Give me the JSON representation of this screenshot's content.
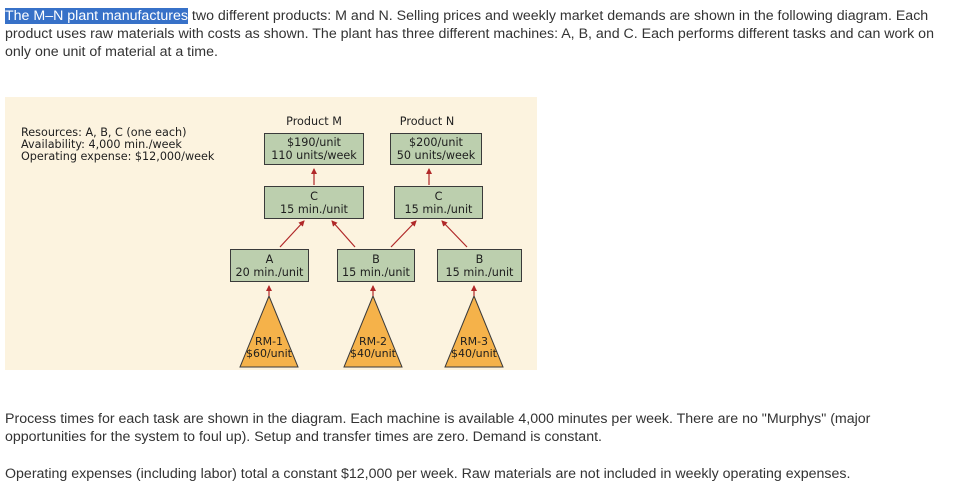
{
  "intro": {
    "highlighted": "The M–N plant manufactures",
    "rest": " two different products: M and N. Selling prices and weekly market demands are shown in the following diagram. Each product uses raw materials with costs as shown. The plant has three different machines: A, B, and C. Each performs different tasks and can work on only one unit of material at a time."
  },
  "diagram": {
    "resources": {
      "line1": "Resources: A, B, C (one each)",
      "line2": "Availability: 4,000 min./week",
      "line3": "Operating expense: $12,000/week"
    },
    "products": [
      {
        "title": "Product M",
        "price": "$190/unit",
        "demand": "110 units/week"
      },
      {
        "title": "Product N",
        "price": "$200/unit",
        "demand": "50 units/week"
      }
    ],
    "machines": {
      "c_m": {
        "name": "C",
        "time": "15 min./unit"
      },
      "c_n": {
        "name": "C",
        "time": "15 min./unit"
      },
      "a": {
        "name": "A",
        "time": "20 min./unit"
      },
      "b1": {
        "name": "B",
        "time": "15 min./unit"
      },
      "b2": {
        "name": "B",
        "time": "15 min./unit"
      }
    },
    "raw_materials": [
      {
        "name": "RM-1",
        "cost": "$60/unit"
      },
      {
        "name": "RM-2",
        "cost": "$40/unit"
      },
      {
        "name": "RM-3",
        "cost": "$40/unit"
      }
    ],
    "colors": {
      "background": "#fcf3df",
      "machine_box": "#bccfae",
      "raw_material": "#f5b24a",
      "arrow": "#b02828"
    }
  },
  "para2": "Process times for each task are shown in the diagram. Each machine is available 4,000 minutes per week. There are no \"Murphys\" (major opportunities for the system to foul up). Setup and transfer times are zero. Demand is constant.",
  "para3": "Operating expenses (including labor) total a constant $12,000 per week. Raw materials are not included in weekly operating expenses."
}
